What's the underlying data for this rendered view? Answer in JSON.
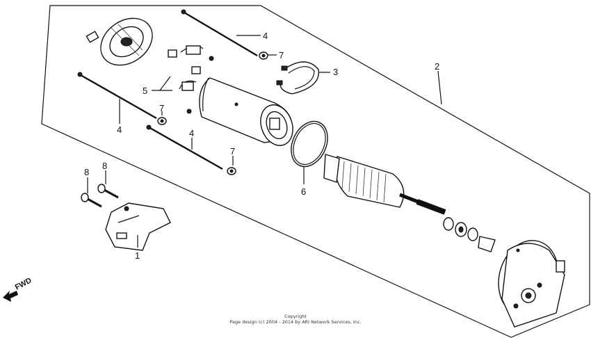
{
  "callouts": {
    "c1": "1",
    "c2": "2",
    "c3": "3",
    "c4a": "4",
    "c4b": "4",
    "c4c": "4",
    "c5": "5",
    "c6": "6",
    "c7a": "7",
    "c7b": "7",
    "c7c": "7",
    "c8a": "8",
    "c8b": "8"
  },
  "fwd_label": "FWD",
  "copyright": {
    "line1": "Copyright",
    "line2": "Page design (c) 2004 - 2014 by ARI Network Services, Inc."
  }
}
